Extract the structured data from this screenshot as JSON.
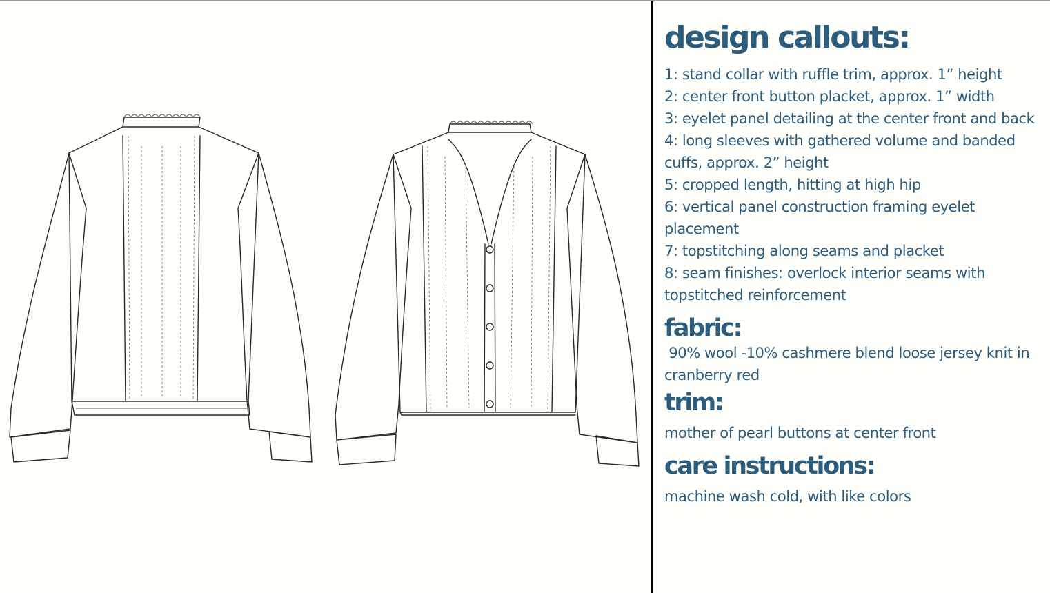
{
  "headings": {
    "callouts": "design callouts:",
    "fabric": "fabric:",
    "trim": "trim:",
    "care": "care instructions:"
  },
  "callouts": [
    "1: stand collar with ruffle trim, approx. 1” height",
    "2: center front button placket, approx. 1” width",
    "3: eyelet panel detailing at the center front and back",
    "4: long sleeves with gathered volume and banded cuffs, approx. 2” height",
    "5: cropped length, hitting at high hip",
    "6: vertical panel construction framing eyelet placement",
    "7: topstitching along seams and placket",
    "8: seam finishes: overlock interior seams with topstitched reinforcement"
  ],
  "fabric": " 90% wool -10% cashmere blend loose jersey knit in cranberry red",
  "trim": "mother of pearl buttons at center front",
  "care": "machine wash cold, with like colors",
  "colors": {
    "text": "#2d5d7c",
    "background": "#fefefb",
    "divider": "#000000",
    "sketch_line": "#2a2a2a"
  }
}
